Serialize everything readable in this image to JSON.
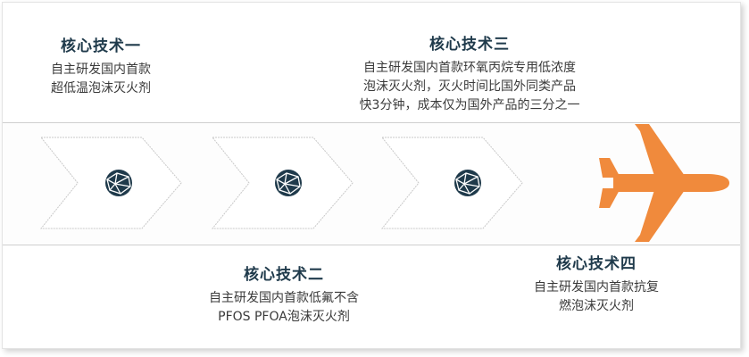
{
  "colors": {
    "accent": "#f08a3c",
    "title": "#1f3a4b",
    "text": "#3a3a3a",
    "globe": "#1f3a4b"
  },
  "icons": [
    "chevron-arrow-icon",
    "globe-icon",
    "airplane-icon"
  ],
  "tech1": {
    "title": "核心技术一",
    "desc_line1": "自主研发国内首款",
    "desc_line2": "超低温泡沫灭火剂"
  },
  "tech2": {
    "title": "核心技术二",
    "desc_line1": "自主研发国内首款低氟不含",
    "desc_line2": "PFOS PFOA泡沫灭火剂"
  },
  "tech3": {
    "title": "核心技术三",
    "desc_line1": "自主研发国内首款环氧丙烷专用低浓度",
    "desc_line2": "泡沫灭火剂，灭火时间比国外同类产品",
    "desc_line3": "快3分钟，成本仅为国外产品的三分之一"
  },
  "tech4": {
    "title": "核心技术四",
    "desc_line1": "自主研发国内首款抗复",
    "desc_line2": "燃泡沫灭火剂"
  }
}
